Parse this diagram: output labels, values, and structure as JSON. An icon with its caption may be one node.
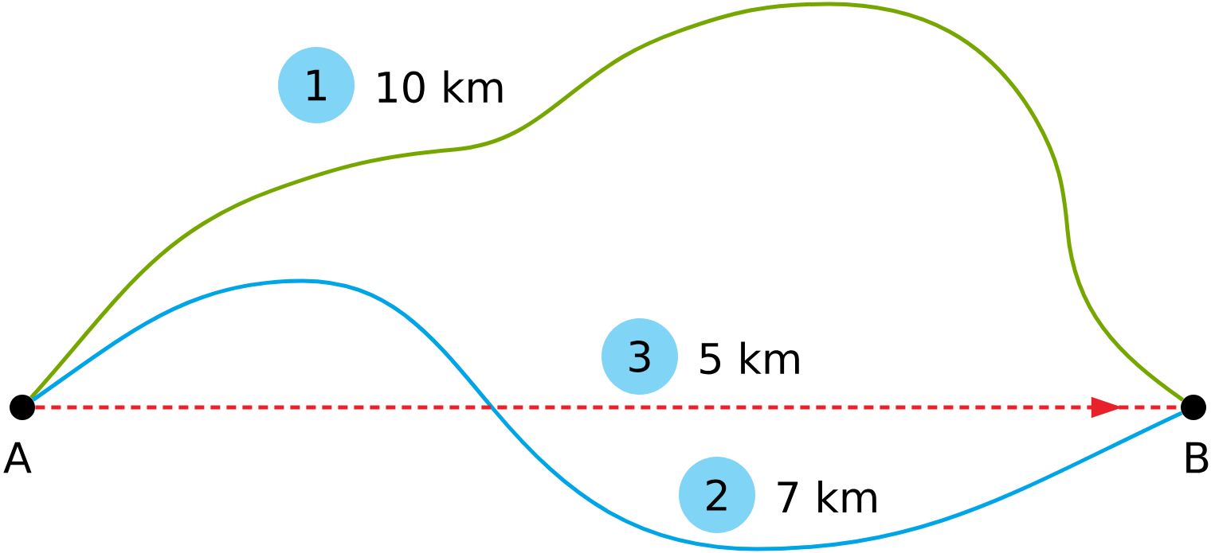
{
  "diagram": {
    "nodes": [
      {
        "text": [
          "A"
        ]
      },
      {
        "text": [
          "B"
        ]
      },
      {
        "text": [
          "1"
        ],
        "beside": [
          "10 km"
        ]
      },
      {
        "text": [
          "3"
        ],
        "beside": [
          "5 km"
        ]
      },
      {
        "text": [
          "2"
        ],
        "beside": [
          "7 km"
        ]
      }
    ],
    "edges": [
      {
        "from": 0,
        "to": 1,
        "arrow": "none",
        "color": "#76a700"
      },
      {
        "from": 0,
        "to": 1,
        "arrow": "none",
        "color": "#00a5e8"
      },
      {
        "from": 0,
        "to": 1,
        "arrow": "to",
        "style": "dashed",
        "color": "#e8212b"
      }
    ]
  }
}
